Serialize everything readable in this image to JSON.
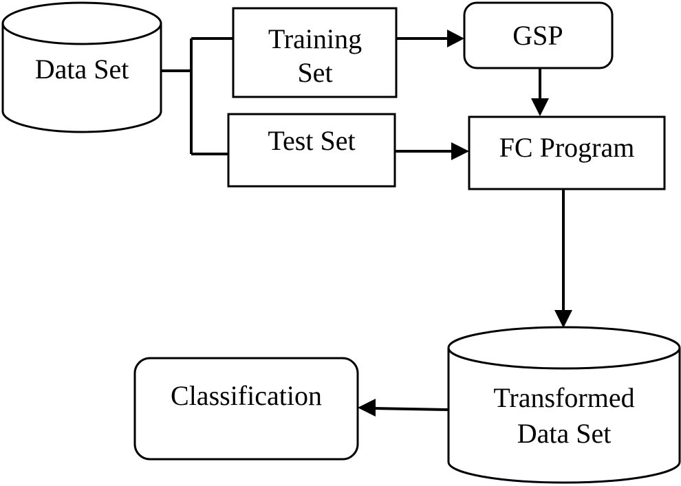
{
  "nodes": {
    "data_set": {
      "label": "Data Set"
    },
    "training_set": {
      "label_line1": "Training",
      "label_line2": "Set"
    },
    "test_set": {
      "label": "Test Set"
    },
    "gsp": {
      "label": "GSP"
    },
    "fc_program": {
      "label": "FC Program"
    },
    "transformed_data_set": {
      "label_line1": "Transformed",
      "label_line2": "Data Set"
    },
    "classification": {
      "label": "Classification"
    }
  },
  "edges": [
    {
      "from": "Data Set",
      "to": "Training Set"
    },
    {
      "from": "Data Set",
      "to": "Test Set"
    },
    {
      "from": "Training Set",
      "to": "GSP"
    },
    {
      "from": "GSP",
      "to": "FC Program"
    },
    {
      "from": "Test Set",
      "to": "FC Program"
    },
    {
      "from": "FC Program",
      "to": "Transformed Data Set"
    },
    {
      "from": "Transformed Data Set",
      "to": "Classification"
    }
  ],
  "colors": {
    "stroke": "#000000",
    "fill": "#ffffff",
    "text": "#000000"
  }
}
